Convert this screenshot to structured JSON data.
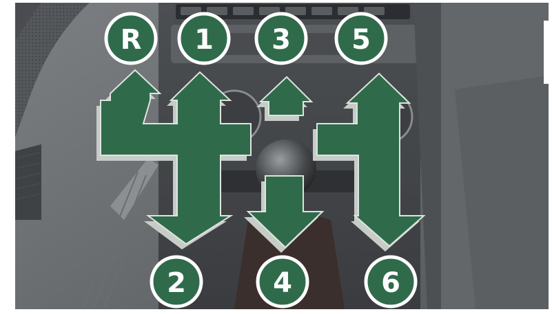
{
  "diagram": {
    "subject": "manual-gearbox-shift-pattern",
    "arrow_color": "#2f6b4b",
    "arrow_shadow": "#c8ccc8",
    "circle_fill": "#2f6b4b",
    "circle_text_color": "#ffffff",
    "background_tone": "#6f7275",
    "gears": [
      {
        "id": "reverse",
        "label": "R",
        "direction": "up"
      },
      {
        "id": "first",
        "label": "1",
        "direction": "up"
      },
      {
        "id": "second",
        "label": "2",
        "direction": "down"
      },
      {
        "id": "third",
        "label": "3",
        "direction": "up"
      },
      {
        "id": "fourth",
        "label": "4",
        "direction": "down"
      },
      {
        "id": "fifth",
        "label": "5",
        "direction": "up"
      },
      {
        "id": "sixth",
        "label": "6",
        "direction": "down"
      }
    ]
  }
}
